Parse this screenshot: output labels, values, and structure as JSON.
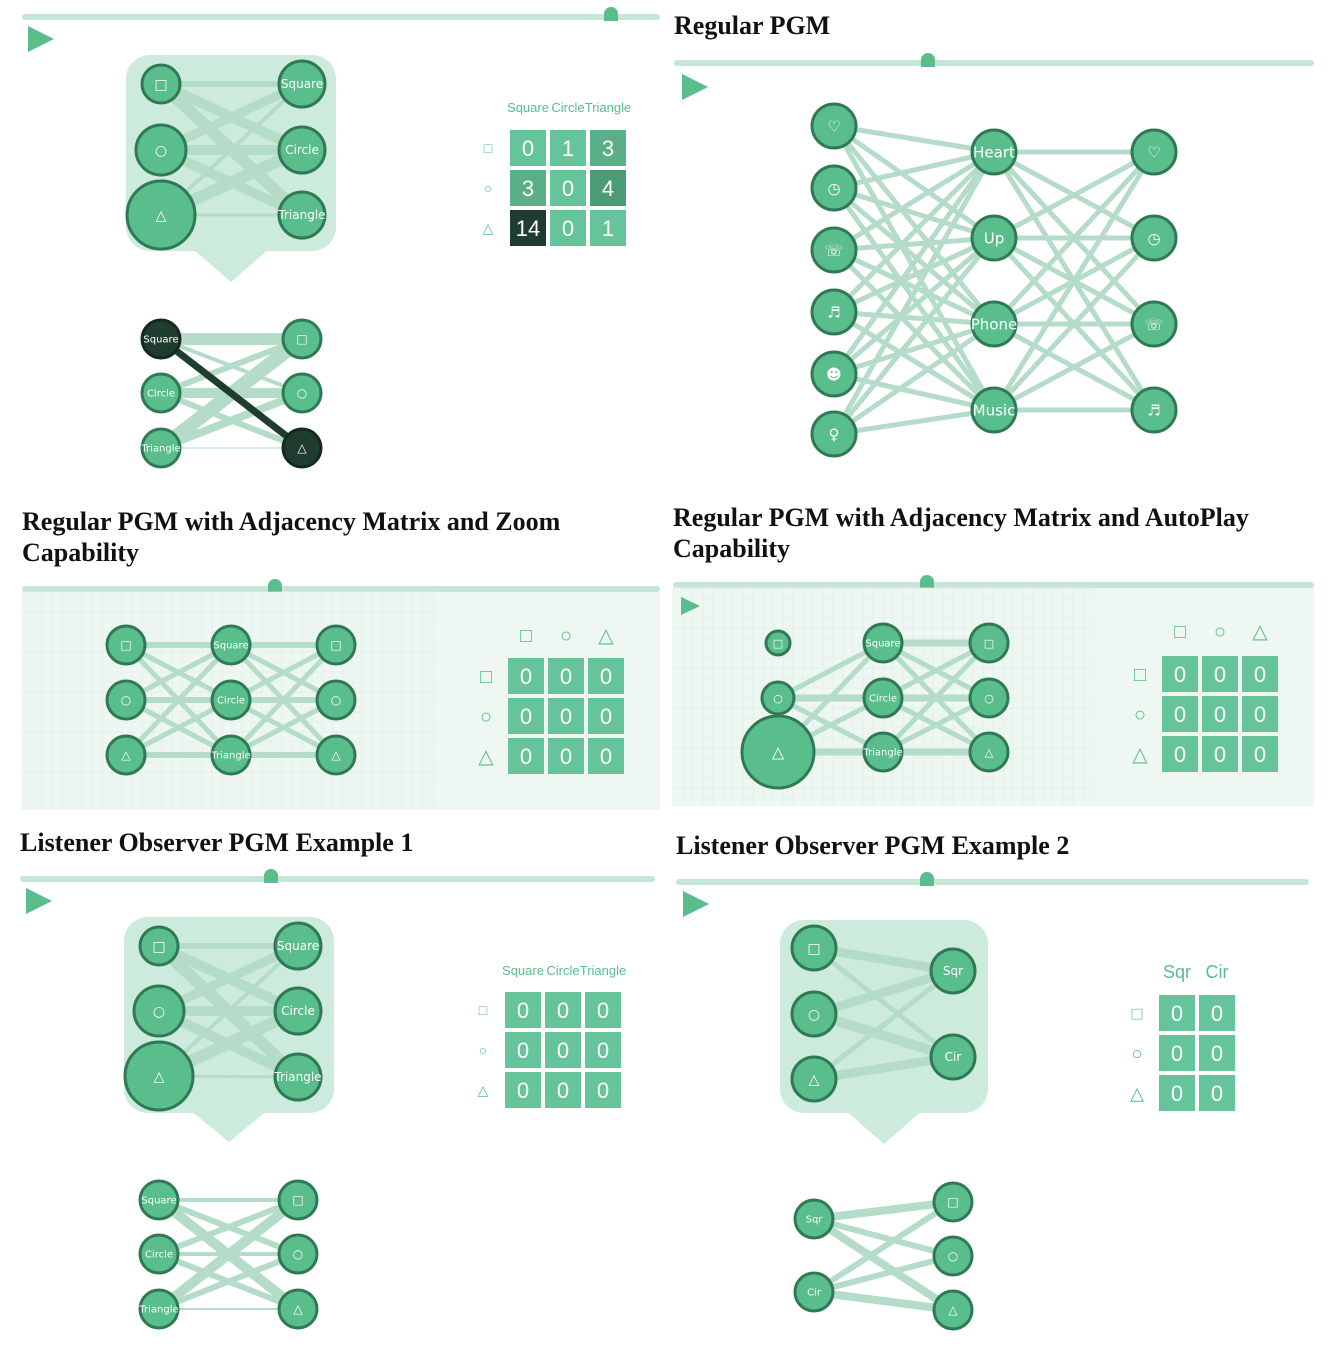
{
  "panels": [
    {
      "id": "p1",
      "title": "",
      "focus": {
        "left": [
          {
            "label": "□",
            "size": "s"
          },
          {
            "label": "○",
            "size": "m"
          },
          {
            "label": "△",
            "size": "l"
          }
        ],
        "right": [
          {
            "label": "Square"
          },
          {
            "label": "Circle"
          },
          {
            "label": "Triangle"
          }
        ]
      },
      "observer": {
        "left": [
          {
            "label": "Square",
            "active": true
          },
          {
            "label": "Circle"
          },
          {
            "label": "Triangle"
          }
        ],
        "right": [
          {
            "label": "□"
          },
          {
            "label": "○"
          },
          {
            "label": "△",
            "active": true
          }
        ]
      },
      "matrix": {
        "columns": [
          "Square",
          "Circle",
          "Triangle"
        ],
        "rows": [
          "□",
          "○",
          "△"
        ],
        "values": [
          [
            0,
            1,
            3
          ],
          [
            3,
            0,
            4
          ],
          [
            14,
            0,
            1
          ]
        ]
      }
    },
    {
      "id": "p2",
      "title": "Regular PGM",
      "layers": [
        [
          "♡",
          "◷",
          "☏",
          "♬",
          "☻",
          "♀"
        ],
        [
          "Heart",
          "Up",
          "Phone",
          "Music"
        ],
        [
          "♡",
          "◷",
          "☏",
          "♬"
        ]
      ]
    },
    {
      "id": "p3",
      "title": "Regular PGM with Adjacency Matrix and Zoom Capability",
      "layers": [
        [
          "□",
          "○",
          "△"
        ],
        [
          "Square",
          "Circle",
          "Triangle"
        ],
        [
          "□",
          "○",
          "△"
        ]
      ],
      "matrix": {
        "columns": [
          "□",
          "○",
          "△"
        ],
        "rows": [
          "□",
          "○",
          "△"
        ],
        "values": [
          [
            0,
            0,
            0
          ],
          [
            0,
            0,
            0
          ],
          [
            0,
            0,
            0
          ]
        ]
      }
    },
    {
      "id": "p4",
      "title": "Regular PGM with Adjacency Matrix and AutoPlay Capability",
      "layers": [
        [
          "□",
          "○",
          "△"
        ],
        [
          "Square",
          "Circle",
          "Triangle"
        ],
        [
          "□",
          "○",
          "△"
        ]
      ],
      "matrix": {
        "columns": [
          "□",
          "○",
          "△"
        ],
        "rows": [
          "□",
          "○",
          "△"
        ],
        "values": [
          [
            0,
            0,
            0
          ],
          [
            0,
            0,
            0
          ],
          [
            0,
            0,
            0
          ]
        ]
      }
    },
    {
      "id": "p5",
      "title": "Listener Observer PGM Example 1",
      "focus": {
        "left": [
          {
            "label": "□"
          },
          {
            "label": "○"
          },
          {
            "label": "△"
          }
        ],
        "right": [
          {
            "label": "Square"
          },
          {
            "label": "Circle"
          },
          {
            "label": "Triangle"
          }
        ]
      },
      "observer": {
        "left": [
          {
            "label": "Square"
          },
          {
            "label": "Circle"
          },
          {
            "label": "Triangle"
          }
        ],
        "right": [
          {
            "label": "□"
          },
          {
            "label": "○"
          },
          {
            "label": "△"
          }
        ]
      },
      "matrix": {
        "columns": [
          "Square",
          "Circle",
          "Triangle"
        ],
        "rows": [
          "□",
          "○",
          "△"
        ],
        "values": [
          [
            0,
            0,
            0
          ],
          [
            0,
            0,
            0
          ],
          [
            0,
            0,
            0
          ]
        ]
      }
    },
    {
      "id": "p6",
      "title": "Listener Observer PGM Example 2",
      "focus": {
        "left": [
          {
            "label": "□"
          },
          {
            "label": "○"
          },
          {
            "label": "△"
          }
        ],
        "right": [
          {
            "label": "Sqr"
          },
          {
            "label": "Cir"
          }
        ]
      },
      "observer": {
        "left": [
          {
            "label": "Sqr"
          },
          {
            "label": "Cir"
          }
        ],
        "right": [
          {
            "label": "□"
          },
          {
            "label": "○"
          },
          {
            "label": "△"
          }
        ]
      },
      "matrix": {
        "columns": [
          "Sqr",
          "Cir"
        ],
        "rows": [
          "□",
          "○",
          "△"
        ],
        "values": [
          [
            0,
            0
          ],
          [
            0,
            0
          ],
          [
            0,
            0
          ]
        ]
      }
    }
  ],
  "colors": {
    "node": "#59bd8c",
    "node_stroke": "#2f7a55",
    "active": "#1e3d2f",
    "edge": "#b4dcc8",
    "bubble": "#cdebdc",
    "slider": "#c5e6d6",
    "grid_bg": "#eef7f2",
    "matrix_scale": [
      "#66c49a",
      "#5aae88",
      "#4d9a76",
      "#1e3d2f"
    ]
  }
}
